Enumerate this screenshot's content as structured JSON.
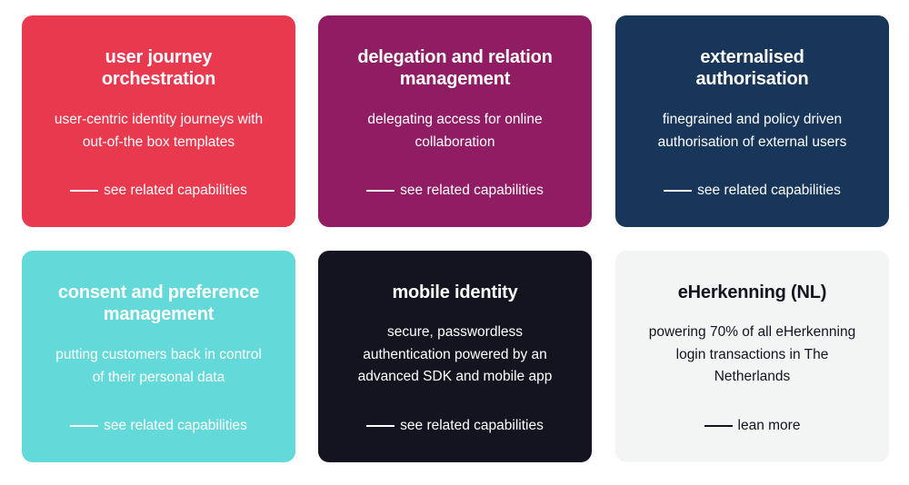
{
  "cards": [
    {
      "title_line1": "user journey",
      "title_line2": "orchestration",
      "desc_line1": "user-centric identity journeys with",
      "desc_line2": "out-of-the box templates",
      "link": "see related capabilities",
      "color": "#e8394f"
    },
    {
      "title_line1": "delegation and relation",
      "title_line2": "management",
      "desc_line1": "delegating access for online",
      "desc_line2": "collaboration",
      "link": "see related capabilities",
      "color": "#901c63"
    },
    {
      "title_line1": "externalised",
      "title_line2": "authorisation",
      "desc_line1": "finegrained and policy driven",
      "desc_line2": "authorisation of external users",
      "link": "see related capabilities",
      "color": "#17365a"
    },
    {
      "title_line1": "consent and preference",
      "title_line2": "management",
      "desc_line1": "putting customers back in control",
      "desc_line2": "of their personal data",
      "link": "see related capabilities",
      "color": "#64d9d9"
    },
    {
      "title_line1": "mobile identity",
      "desc_line1": "secure, passwordless",
      "desc_line2": "authentication powered by an",
      "desc_line3": "advanced SDK and mobile app",
      "link": "see related capabilities",
      "color": "#131420"
    },
    {
      "title_line1": "eHerkenning (NL)",
      "desc_line1": "powering 70% of all eHerkenning",
      "desc_line2": "login transactions in The",
      "desc_line3": "Netherlands",
      "link": "lean more",
      "color": "#f3f4f4"
    }
  ]
}
